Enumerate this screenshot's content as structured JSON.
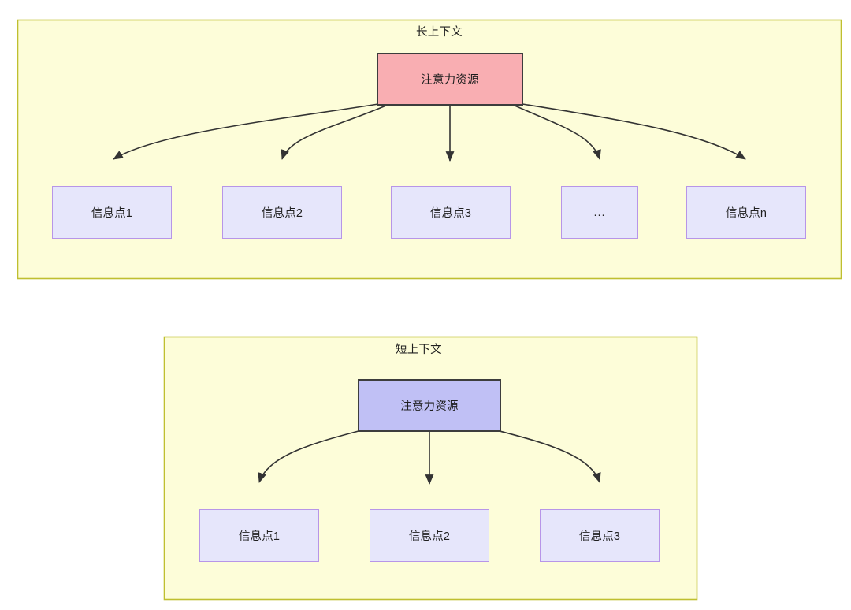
{
  "diagram": {
    "title": "",
    "background": "#ffffff",
    "colors": {
      "container_fill": "#fdfdd9",
      "container_border": "#bfbf30",
      "root_long_fill": "#f9aeb2",
      "root_short_fill": "#c0c0f5",
      "root_border": "#3d3d3d",
      "leaf_fill": "#e6e6fb",
      "leaf_border": "#b795e8",
      "edge_stroke": "#333333",
      "text": "#1f1f1f"
    },
    "groups": [
      {
        "id": "long-context",
        "label": "长上下文",
        "root": {
          "label": "注意力资源",
          "style": "root-long"
        },
        "leaves": [
          {
            "label": "信息点1"
          },
          {
            "label": "信息点2"
          },
          {
            "label": "信息点3"
          },
          {
            "label": "..."
          },
          {
            "label": "信息点n"
          }
        ]
      },
      {
        "id": "short-context",
        "label": "短上下文",
        "root": {
          "label": "注意力资源",
          "style": "root-short"
        },
        "leaves": [
          {
            "label": "信息点1"
          },
          {
            "label": "信息点2"
          },
          {
            "label": "信息点3"
          }
        ]
      }
    ]
  }
}
